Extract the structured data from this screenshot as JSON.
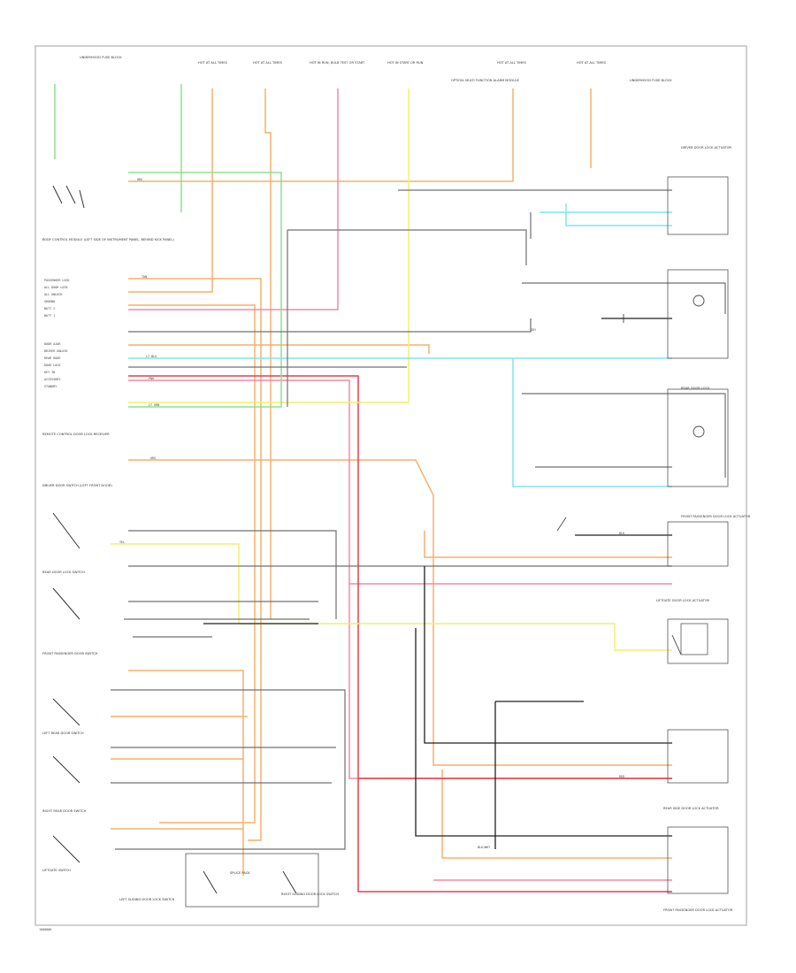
{
  "diagram": {
    "footer_code": "1000000",
    "colors": {
      "orange": "#f5b06a",
      "pink": "#f08aa8",
      "red": "#e04050",
      "yellow": "#f4ee70",
      "green": "#8ee08e",
      "cyan": "#7fe6ee",
      "gray": "#555555",
      "black": "#202020",
      "frame": "#bdbdbd"
    },
    "top_labels": {
      "underhood_fuse_block": "UNDERHOOD FUSE BLOCK",
      "hot_at_all_times_1": "HOT AT ALL TIMES",
      "hot_at_all_times_2": "HOT AT ALL TIMES",
      "hot_in_run_bulb_test": "HOT IN RUN, BULB TEST OR START",
      "hot_in_start_run": "HOT IN START OR RUN",
      "hot_at_all_times_3": "HOT AT ALL TIMES",
      "hot_at_all_times_4": "HOT AT ALL TIMES",
      "option_note": "OPTION: MULTI FUNCTION ALARM MODULE",
      "underhood_fuse_right": "UNDERHOOD FUSE BLOCK"
    },
    "modules": {
      "bcm": "BODY CONTROL MODULE (LEFT SIDE OF INSTRUMENT PANEL, BEHIND KICK PANEL)",
      "radio_receiver": "REMOTE CONTROL DOOR LOCK RECEIVER",
      "driver_switch": "DRIVER DOOR SWITCH (LEFT FRONT DOOR)",
      "rear_door_switch": "REAR DOOR LOCK SWITCH",
      "front_pass_switch": "FRONT PASSENGER DOOR SWITCH",
      "left_rear_switch": "LEFT REAR DOOR SWITCH",
      "right_rear_switch": "RIGHT REAR DOOR SWITCH",
      "liftgate_switch": "LIFTGATE SWITCH",
      "driver_lock_motor": "DRIVER DOOR LOCK ACTUATOR",
      "rear_lock": "REAR DOOR LOCK",
      "front_pass_lock": "FRONT PASSENGER DOOR LOCK ACTUATOR",
      "liftgate_lock": "LIFTGATE DOOR LOCK ACTUATOR",
      "rr_door_lock": "REAR SIDE DOOR LOCK ACTUATOR",
      "rp_door_lock": "FRONT PASSENGER DOOR LOCK ACTUATOR",
      "door_lock_switch_left": "LEFT SLIDING DOOR LOCK SWITCH",
      "door_lock_switch_right": "RIGHT SLIDING DOOR LOCK SWITCH",
      "junction": "SPLICE PACK"
    },
    "bcm_pins": [
      "PASSENGER LOCK",
      "ALL DOOR LOCK",
      "ALL UNLOCK",
      "GROUND",
      "BATT 2",
      "BATT 1",
      "DOOR AJAR",
      "DRIVER UNLOCK",
      "REAR DOOR",
      "DOOR LOCK",
      "KEY IN",
      "ACCESSORY",
      "STANDBY"
    ],
    "wire_labels": {
      "org": "ORG",
      "pnk": "PNK",
      "blk": "BLK",
      "yel": "YEL",
      "grn": "LT GRN",
      "blu": "LT BLU",
      "gry": "GRY",
      "red": "RED",
      "tan": "TAN",
      "blk_wht": "BLK/WHT"
    }
  }
}
